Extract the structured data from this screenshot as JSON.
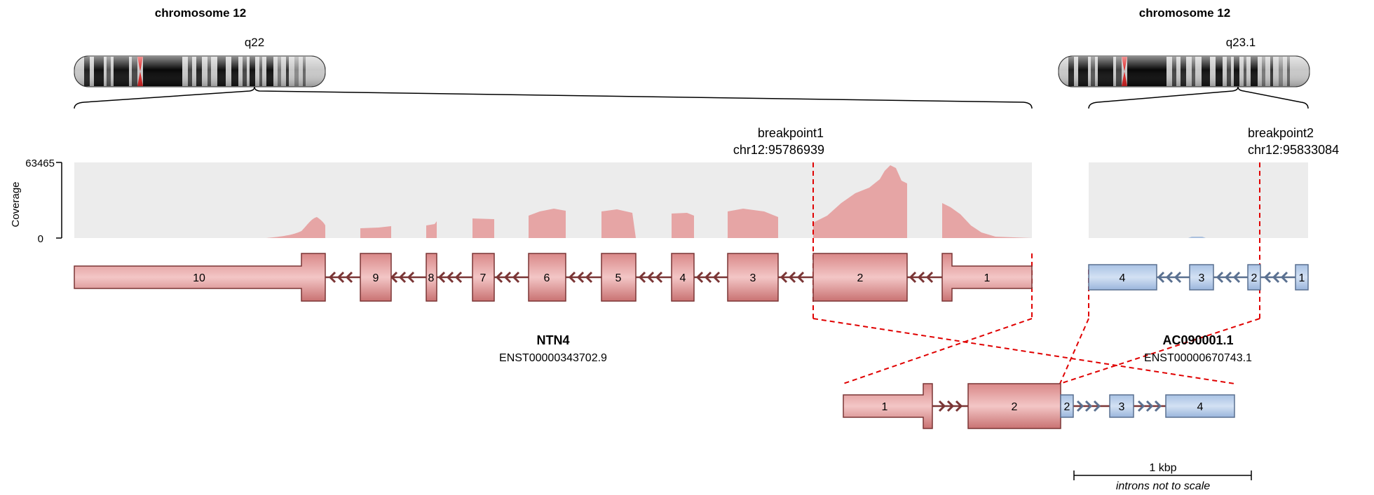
{
  "left": {
    "chromosome_title": "chromosome 12",
    "band_label": "q22",
    "breakpoint": {
      "name": "breakpoint1",
      "coord": "chr12:95786939"
    },
    "gene": {
      "name": "NTN4",
      "transcript": "ENST00000343702.9"
    },
    "exons": [
      "10",
      "9",
      "8",
      "7",
      "6",
      "5",
      "4",
      "3",
      "2",
      "1"
    ]
  },
  "right": {
    "chromosome_title": "chromosome 12",
    "band_label": "q23.1",
    "breakpoint": {
      "name": "breakpoint2",
      "coord": "chr12:95833084"
    },
    "gene": {
      "name": "AC090001.1",
      "transcript": "ENST00000670743.1"
    },
    "exons": [
      "4",
      "3",
      "2",
      "1"
    ]
  },
  "coverage": {
    "axis_title": "Coverage",
    "max_label": "63465",
    "min_label": "0"
  },
  "fusion": {
    "exons": [
      "1",
      "2",
      "2",
      "3",
      "4"
    ]
  },
  "scale_bar": {
    "label": "1 kbp",
    "note": "introns not to scale"
  },
  "colors": {
    "gene5": "#e8a8a8",
    "gene5_border": "#7a3535",
    "gene3": "#bcd0ea",
    "gene3_border": "#5a7090",
    "breakpoint": "#e00000",
    "coverage_bg": "#ececec"
  }
}
